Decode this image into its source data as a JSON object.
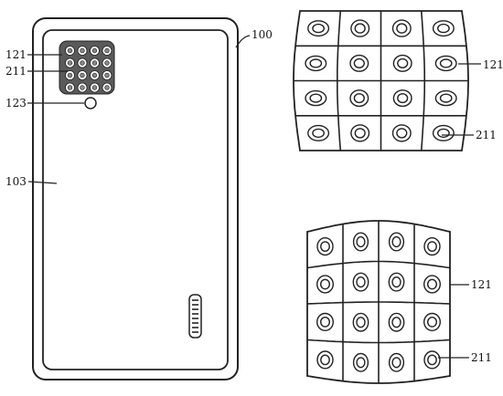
{
  "labels": {
    "phone_ref": "100",
    "cover_ref": "103",
    "flash_ref": "123",
    "array_ref_phone": "121",
    "lens_ref_phone": "211",
    "array_ref_top": "121",
    "lens_ref_top": "211",
    "array_ref_bottom": "121",
    "lens_ref_bottom": "211"
  },
  "camera_array": {
    "rows": 4,
    "cols": 4
  },
  "speaker_grille": {
    "slots": 8
  }
}
